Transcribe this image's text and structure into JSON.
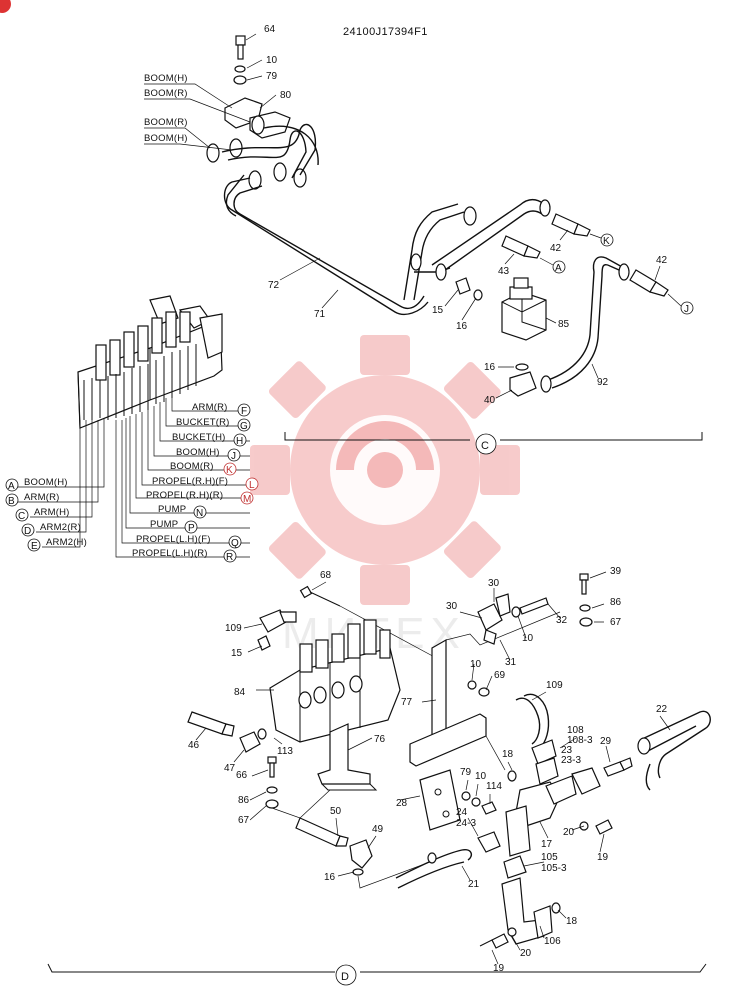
{
  "drawing_number": "24100J17394F1",
  "watermark_text": "МИТЕХ",
  "section_c": {
    "marker": "C",
    "connector_labels": [
      "BOOM(H)",
      "BOOM(R)",
      "BOOM(R)",
      "BOOM(H)"
    ],
    "parts": [
      "64",
      "10",
      "79",
      "80",
      "42",
      "42",
      "43",
      "15",
      "16",
      "85",
      "16",
      "40",
      "92",
      "72",
      "71"
    ],
    "port_letters": [
      "K",
      "A",
      "J"
    ]
  },
  "valve_ports": {
    "right": [
      {
        "label": "ARM(R)",
        "letter": "F"
      },
      {
        "label": "BUCKET(R)",
        "letter": "G"
      },
      {
        "label": "BUCKET(H)",
        "letter": "H"
      },
      {
        "label": "BOOM(H)",
        "letter": "J"
      },
      {
        "label": "BOOM(R)",
        "letter": "K"
      },
      {
        "label": "PROPEL(R.H)(F)",
        "letter": "L"
      },
      {
        "label": "PROPEL(R.H)(R)",
        "letter": "M"
      },
      {
        "label": "PUMP",
        "letter": "N"
      },
      {
        "label": "PUMP",
        "letter": "P"
      },
      {
        "label": "PROPEL(L.H)(F)",
        "letter": "Q"
      },
      {
        "label": "PROPEL(L.H)(R)",
        "letter": "R"
      }
    ],
    "left": [
      {
        "label": "BOOM(H)",
        "letter": "A"
      },
      {
        "label": "ARM(R)",
        "letter": "B"
      },
      {
        "label": "ARM(H)",
        "letter": "C"
      },
      {
        "label": "ARM2(R)",
        "letter": "D"
      },
      {
        "label": "ARM2(H)",
        "letter": "E"
      }
    ]
  },
  "section_d": {
    "marker": "D",
    "parts": [
      "68",
      "109",
      "15",
      "84",
      "46",
      "47",
      "113",
      "66",
      "86",
      "67",
      "76",
      "50",
      "49",
      "16",
      "21",
      "30",
      "30",
      "31",
      "10",
      "10",
      "32",
      "39",
      "86",
      "67",
      "69",
      "77",
      "109",
      "18",
      "79",
      "10",
      "114",
      "24",
      "24-3",
      "28",
      "108",
      "108-3",
      "23",
      "23-3",
      "29",
      "22",
      "17",
      "20",
      "19",
      "105",
      "105-3",
      "18",
      "106",
      "20",
      "19"
    ]
  }
}
